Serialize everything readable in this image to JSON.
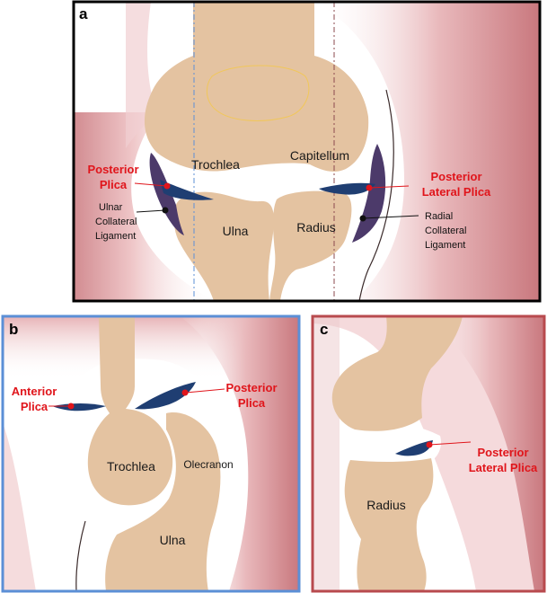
{
  "panels": {
    "a": {
      "letter": "a",
      "labels": {
        "trochlea": "Trochlea",
        "capitellum": "Capitellum",
        "ulna": "Ulna",
        "radius": "Radius",
        "posterior_plica": [
          "Posterior",
          "Plica"
        ],
        "posterior_lateral_plica": [
          "Posterior",
          "Lateral Plica"
        ],
        "ulnar_collateral_ligament": [
          "Ulnar",
          "Collateral",
          "Ligament"
        ],
        "radial_collateral_ligament": [
          "Radial",
          "Collateral",
          "Ligament"
        ]
      }
    },
    "b": {
      "letter": "b",
      "labels": {
        "anterior_plica": [
          "Anterior",
          "Plica"
        ],
        "posterior_plica": [
          "Posterior",
          "Plica"
        ],
        "trochlea": "Trochlea",
        "olecranon": "Olecranon",
        "ulna": "Ulna"
      }
    },
    "c": {
      "letter": "c",
      "labels": {
        "posterior_lateral_plica": [
          "Posterior",
          "Lateral Plica"
        ],
        "radius": "Radius"
      }
    }
  },
  "colors": {
    "bone": "#e4c3a1",
    "cartilage": "#ffffff",
    "plica": "#1f3e72",
    "soft_tissue": "#e7b5b8",
    "label_red": "#e0151b",
    "panel_a_border": "#000000",
    "panel_b_border": "#5b8fd6",
    "panel_c_border": "#b84a4e"
  }
}
